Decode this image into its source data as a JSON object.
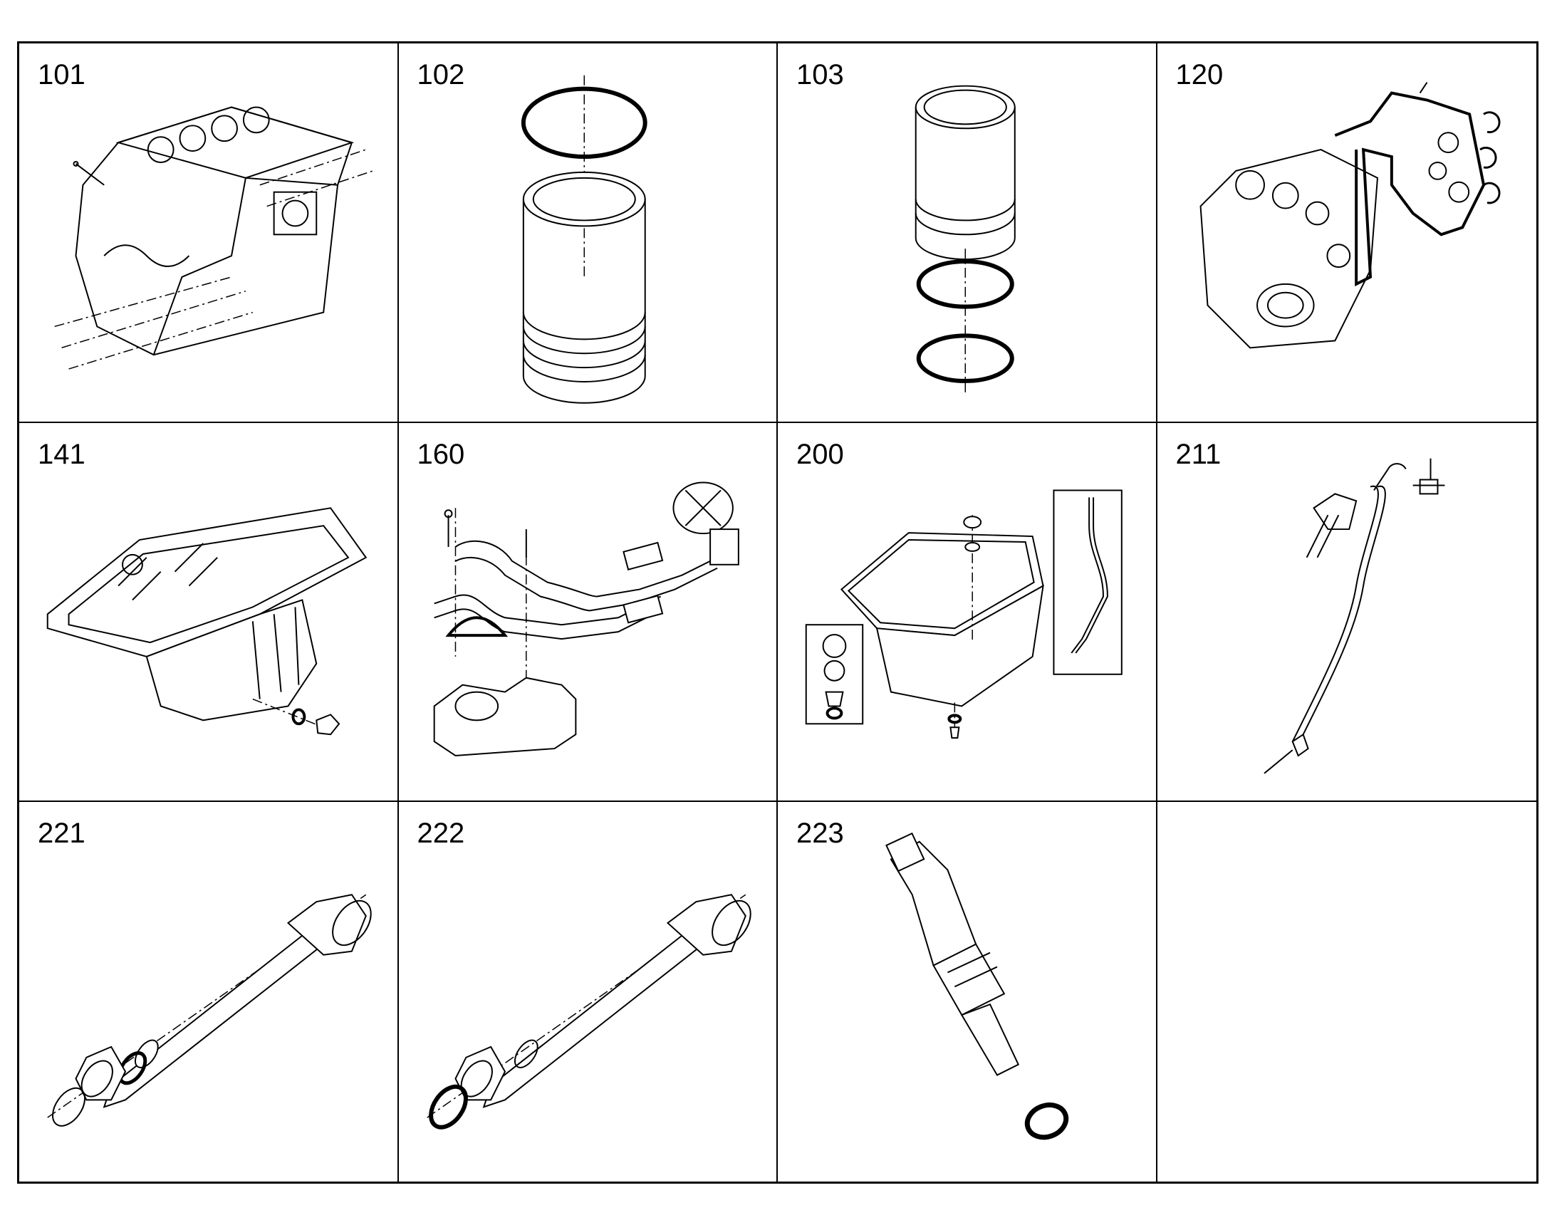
{
  "cells": [
    {
      "label": "101",
      "icon": "engine-block-icon"
    },
    {
      "label": "102",
      "icon": "cylinder-liner-icon"
    },
    {
      "label": "103",
      "icon": "cylinder-liner-rings-icon"
    },
    {
      "label": "120",
      "icon": "timing-cover-gasket-icon"
    },
    {
      "label": "141",
      "icon": "oil-pan-icon"
    },
    {
      "label": "160",
      "icon": "breather-hose-icon"
    },
    {
      "label": "200",
      "icon": "oil-sump-dipstick-icon"
    },
    {
      "label": "211",
      "icon": "dipstick-tube-icon"
    },
    {
      "label": "221",
      "icon": "sensor-probe-icon"
    },
    {
      "label": "222",
      "icon": "sensor-probe-icon"
    },
    {
      "label": "223",
      "icon": "glow-plug-sensor-icon"
    },
    {
      "label": "",
      "icon": ""
    }
  ]
}
